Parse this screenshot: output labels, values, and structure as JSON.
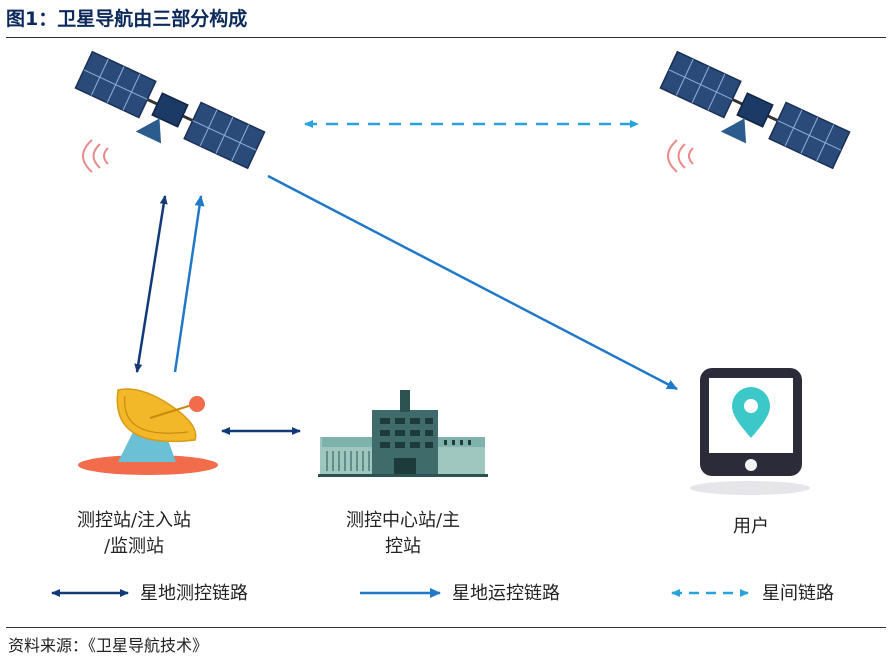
{
  "figure": {
    "title": "图1：卫星导航由三部分构成",
    "source": "资料来源：《卫星导航技术》"
  },
  "nodes": {
    "ground_station": {
      "line1": "测控站/注入站",
      "line2": "/监测站"
    },
    "control_center": {
      "line1": "测控中心站/主",
      "line2": "控站"
    },
    "user": {
      "label": "用户"
    }
  },
  "legend": {
    "items": [
      {
        "label": "星地测控链路",
        "style": "solid-double-arrow",
        "color": "#123a78"
      },
      {
        "label": "星地运控链路",
        "style": "solid-single-arrow",
        "color": "#1f78c8"
      },
      {
        "label": "星间链路",
        "style": "dashed-double-arrow",
        "color": "#29a3dd"
      }
    ]
  },
  "colors": {
    "dark_link": "#123a78",
    "control_link": "#1f78c8",
    "inter_link": "#29a3dd",
    "solar_panel": "#2a4a7a",
    "satellite_body": "#1c3a66",
    "dish": "#f2b829",
    "dish_base": "#6cc0d6",
    "ground": "#f26b4a",
    "building": "#3f6b6b",
    "phone": "#2b2b3a",
    "pin": "#3cc8c8"
  }
}
